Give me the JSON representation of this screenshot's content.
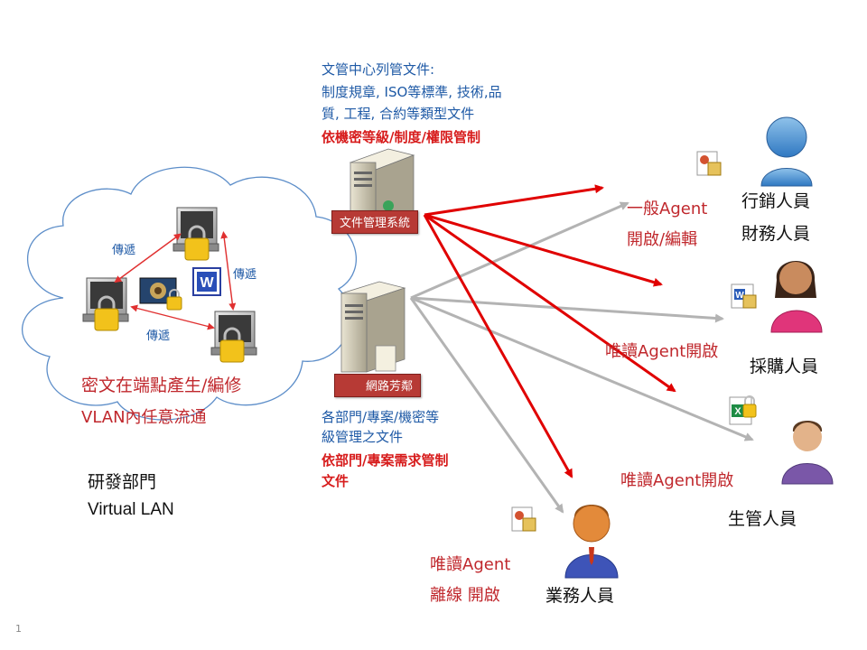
{
  "doc_center": {
    "line1": "文管中心列管文件:",
    "line2": "制度規章, ISO等標準, 技術,品",
    "line3": "質, 工程, 合約等類型文件",
    "policy": "依機密等級/制度/權限管制"
  },
  "doc_system_label": "文件管理系統",
  "network_label": "網路芳鄰",
  "dept_docs": {
    "line1": "各部門/專案/機密等",
    "line2": "級管理之文件",
    "policy1": "依部門/專案需求管制",
    "policy2": "文件"
  },
  "cloud": {
    "transfer1": "傳遞",
    "transfer2": "傳遞",
    "transfer3": "傳遞",
    "line1": "密文在端點產生/編修",
    "line2": "VLAN內任意流通"
  },
  "rd": {
    "dept": "研發部門",
    "vlan": "Virtual LAN"
  },
  "users": {
    "marketing": "行銷人員",
    "finance": "財務人員",
    "purchasing": "採購人員",
    "production": "生管人員",
    "sales": "業務人員"
  },
  "agents": {
    "general1": "一般Agent",
    "general2": "開啟/編輯",
    "readonly_purchasing": "唯讀Agent開啟",
    "readonly_production": "唯讀Agent開啟",
    "offline1": "唯讀Agent",
    "offline2": "離線 開啟"
  },
  "page_number": "1",
  "colors": {
    "red": "#d71c1c",
    "gray": "#b3b3b3",
    "blue": "#1f5aa6"
  }
}
